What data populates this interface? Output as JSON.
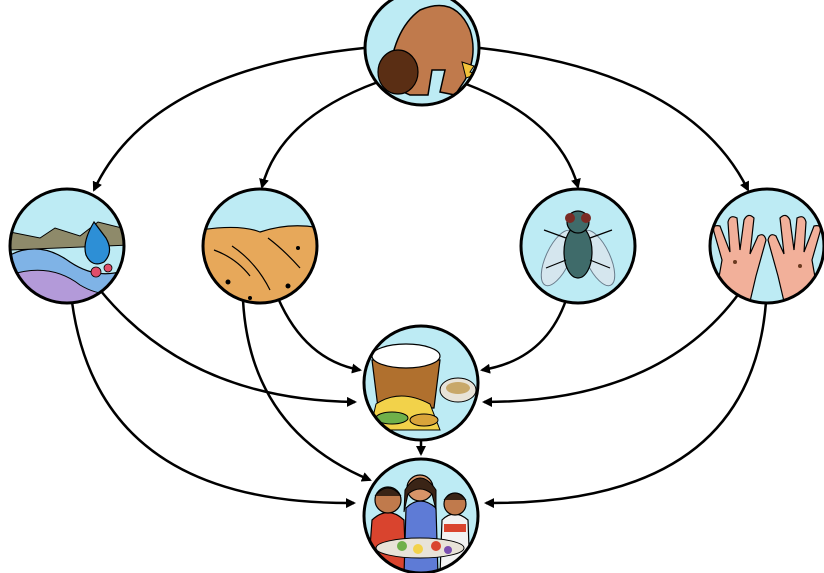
{
  "diagram": {
    "type": "cycle-flow",
    "colors": {
      "circle_fill": "#BDEBF4",
      "outline": "#000000",
      "arrow": "#000000",
      "skin": "#C07A4C",
      "ground": "#E7A85A",
      "fly_body": "#3F6B6A"
    },
    "nodes": [
      {
        "id": "feces",
        "icon": "child-defecating-icon"
      },
      {
        "id": "water",
        "icon": "contaminated-water-icon"
      },
      {
        "id": "soil",
        "icon": "soil-field-icon"
      },
      {
        "id": "flies",
        "icon": "housefly-icon"
      },
      {
        "id": "hands",
        "icon": "dirty-hands-icon"
      },
      {
        "id": "food",
        "icon": "food-bowls-icon"
      },
      {
        "id": "host",
        "icon": "family-eating-icon"
      }
    ],
    "edges": [
      {
        "from": "feces",
        "to": "water"
      },
      {
        "from": "feces",
        "to": "soil"
      },
      {
        "from": "feces",
        "to": "flies"
      },
      {
        "from": "feces",
        "to": "hands"
      },
      {
        "from": "water",
        "to": "food"
      },
      {
        "from": "soil",
        "to": "food"
      },
      {
        "from": "flies",
        "to": "food"
      },
      {
        "from": "hands",
        "to": "food"
      },
      {
        "from": "water",
        "to": "host"
      },
      {
        "from": "soil",
        "to": "host"
      },
      {
        "from": "food",
        "to": "host"
      },
      {
        "from": "hands",
        "to": "host"
      }
    ]
  }
}
